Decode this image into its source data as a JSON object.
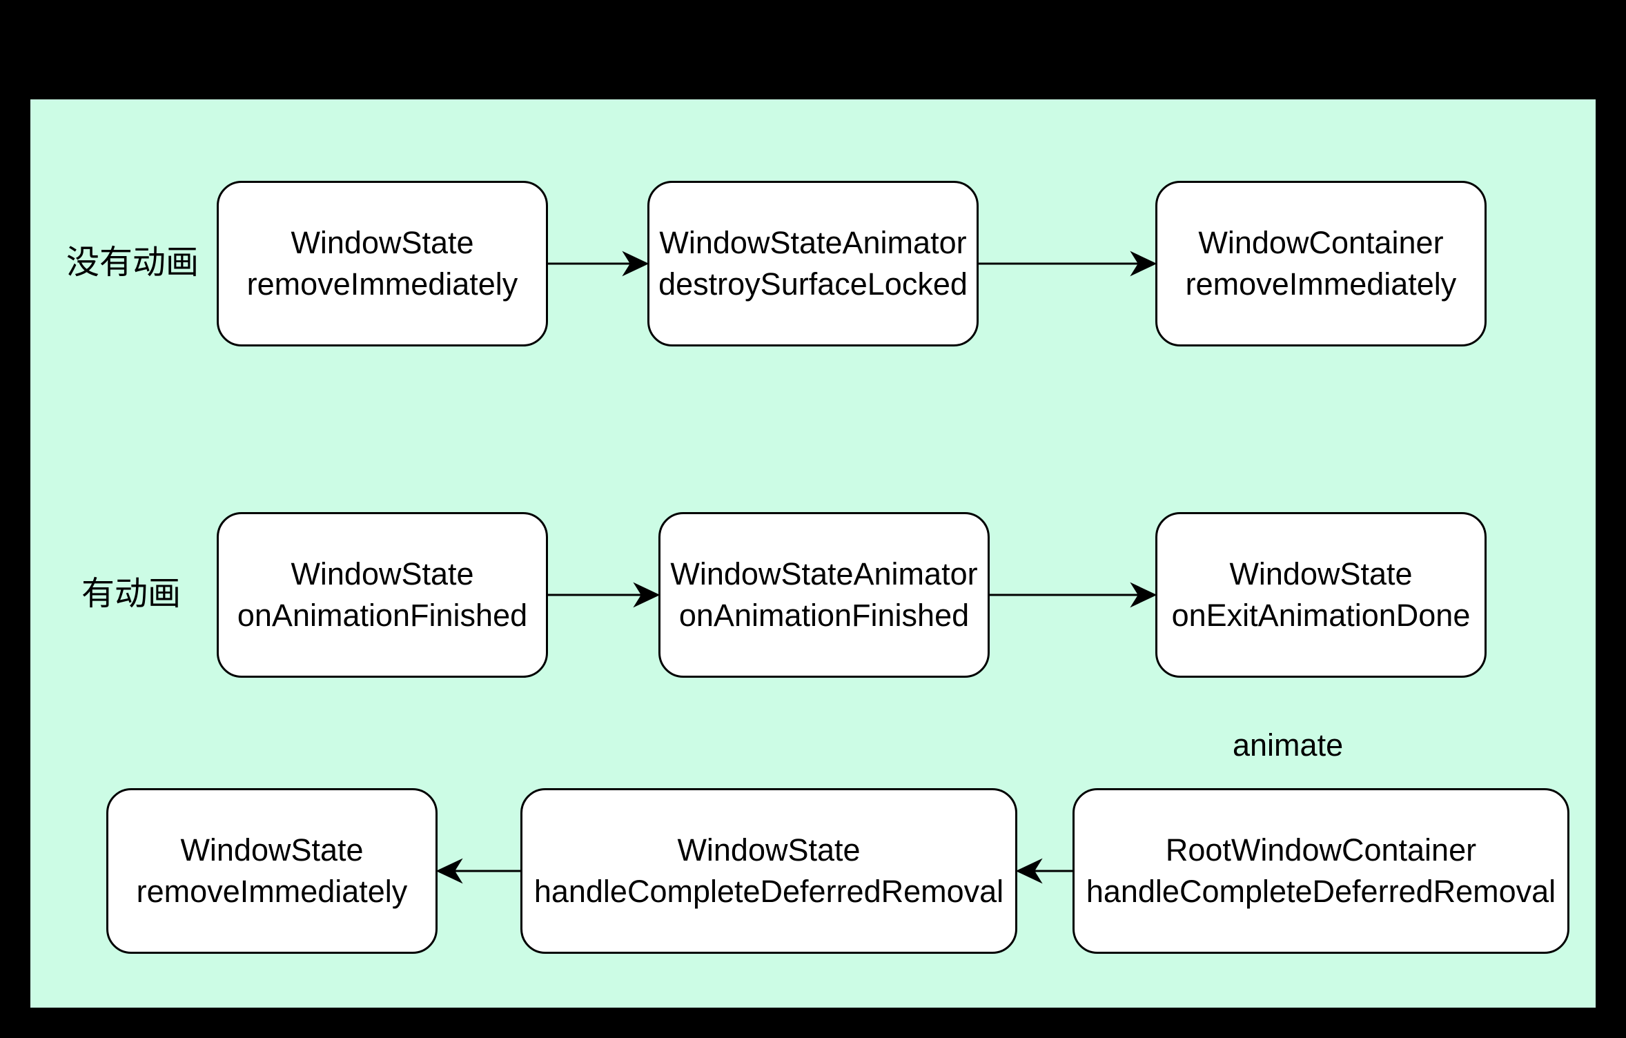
{
  "colors": {
    "frame": "#000000",
    "canvas": "#ccfce5",
    "node_fill": "#ffffff",
    "stroke": "#000000",
    "text": "#000000"
  },
  "rows": {
    "no_animation_label": "没有动画",
    "with_animation_label": "有动画"
  },
  "annotation": "animate",
  "nodes": {
    "a1": {
      "line1": "WindowState",
      "line2": "removeImmediately"
    },
    "a2": {
      "line1": "WindowStateAnimator",
      "line2": "destroySurfaceLocked"
    },
    "a3": {
      "line1": "WindowContainer",
      "line2": "removeImmediately"
    },
    "b1": {
      "line1": "WindowState",
      "line2": "onAnimationFinished"
    },
    "b2": {
      "line1": "WindowStateAnimator",
      "line2": "onAnimationFinished"
    },
    "b3": {
      "line1": "WindowState",
      "line2": "onExitAnimationDone"
    },
    "c1": {
      "line1": "WindowState",
      "line2": "removeImmediately"
    },
    "c2": {
      "line1": "WindowState",
      "line2": "handleCompleteDeferredRemoval"
    },
    "c3": {
      "line1": "RootWindowContainer",
      "line2": "handleCompleteDeferredRemoval"
    }
  },
  "edges": [
    {
      "from": "a1",
      "to": "a2"
    },
    {
      "from": "a2",
      "to": "a3"
    },
    {
      "from": "b1",
      "to": "b2"
    },
    {
      "from": "b2",
      "to": "b3"
    },
    {
      "from": "c3",
      "to": "c2"
    },
    {
      "from": "c2",
      "to": "c1"
    }
  ]
}
